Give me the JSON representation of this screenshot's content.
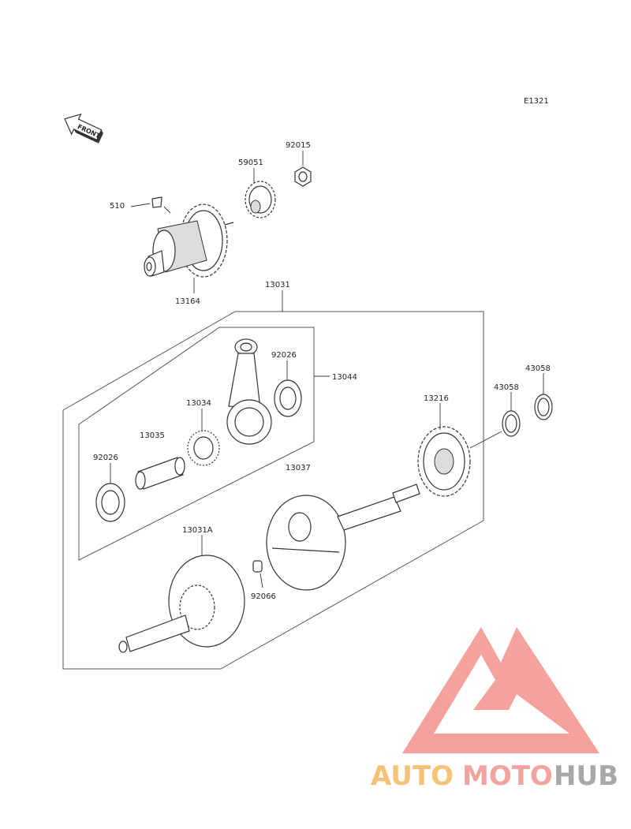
{
  "diagram": {
    "code": "E1321",
    "front_label": "FRONT",
    "parts": {
      "p510": "510",
      "p13164": "13164",
      "p59051": "59051",
      "p92015": "92015",
      "p13031": "13031",
      "p92026a": "92026",
      "p13044": "13044",
      "p13034": "13034",
      "p13035": "13035",
      "p92026b": "92026",
      "p13037": "13037",
      "p13216": "13216",
      "p43058a": "43058",
      "p43058b": "43058",
      "p13031A": "13031A",
      "p92066": "92066"
    }
  },
  "watermark": {
    "text_auto": "AUTO",
    "text_moto": "MOTO",
    "text_hub": "HUB",
    "colors": {
      "triangle": "#f4908a",
      "auto": "#f5b860",
      "moto": "#f2938c",
      "hub": "#9a9a9a"
    }
  }
}
